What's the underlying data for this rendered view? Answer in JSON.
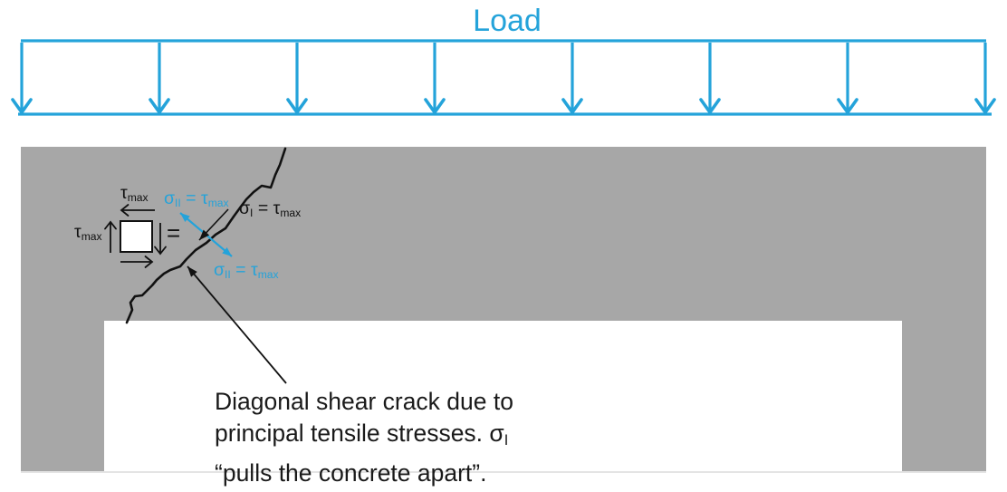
{
  "colors": {
    "accent_cyan": "#24a3da",
    "concrete_gray": "#a7a7a7",
    "ink": "#111111"
  },
  "load_diagram": {
    "label": "Load",
    "arrow_count": 8
  },
  "labels": {
    "tau_top": {
      "base": "τ",
      "sub": "max"
    },
    "tau_left": {
      "base": "τ",
      "sub": "max"
    },
    "equals": "=",
    "sigma_ii_top": {
      "base": "σ",
      "sub": "II",
      "mid": " = τ",
      "sub2": "max"
    },
    "sigma_i": {
      "base": "σ",
      "sub": "I",
      "mid": " = τ",
      "sub2": "max"
    },
    "sigma_ii_bottom": {
      "base": "σ",
      "sub": "II",
      "mid": " = τ",
      "sub2": "max"
    }
  },
  "caption": {
    "line1": "Diagonal shear crack due to",
    "line2_pre": "principal tensile stresses. σ",
    "line2_sub": "I",
    "line3": "“pulls the concrete apart”."
  }
}
